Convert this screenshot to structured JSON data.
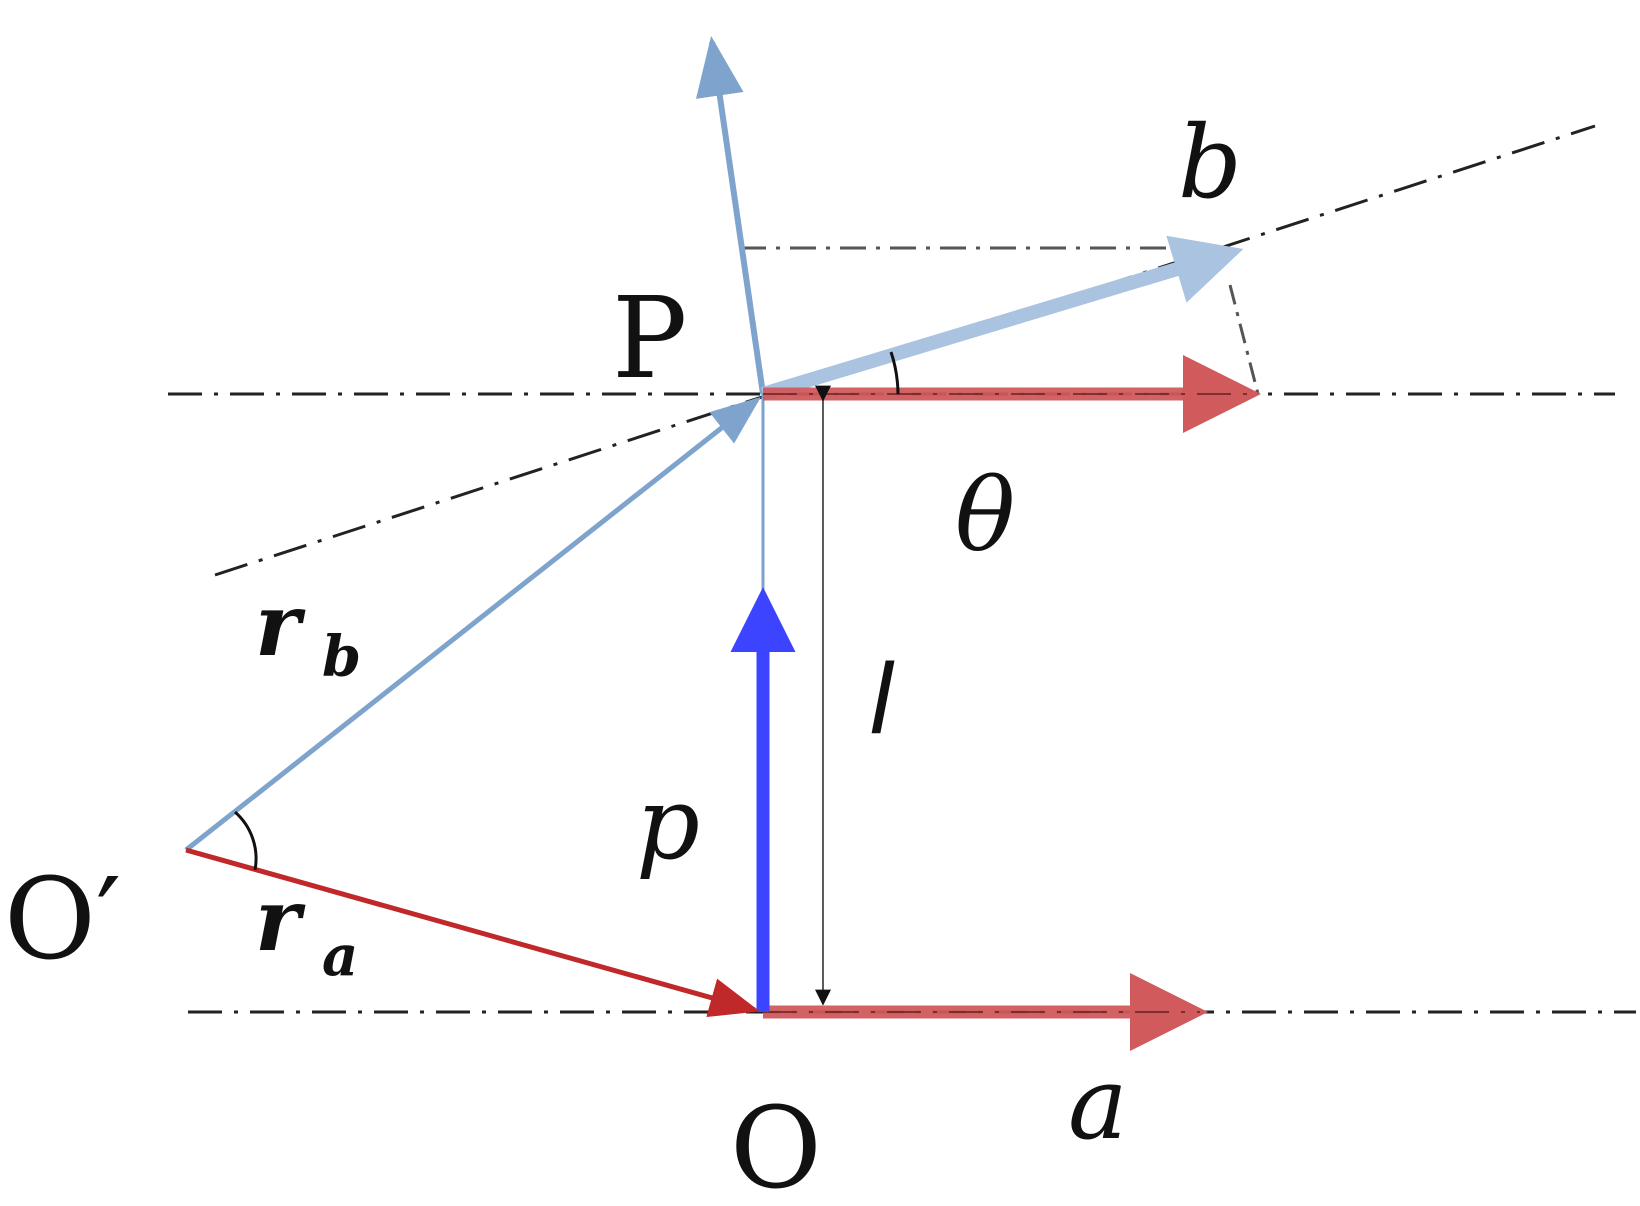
{
  "labels": {
    "P": "P",
    "O": "O",
    "O_prime": "O′",
    "b": "b",
    "a": "a",
    "theta": "θ",
    "l": "l",
    "p": "p",
    "r_b_main": "r",
    "r_b_sub": "b",
    "r_a_main": "r",
    "r_a_sub": "a"
  },
  "colors": {
    "red": "#c0282a",
    "red_light": "#d05a5c",
    "blue_light": "#7ea3cc",
    "blue_pale": "#a9c3e0",
    "blue_strong": "#3d44ff",
    "dash": "#222222",
    "thin": "#555555"
  },
  "icons": {
    "arrow": "triangle-arrowhead"
  }
}
